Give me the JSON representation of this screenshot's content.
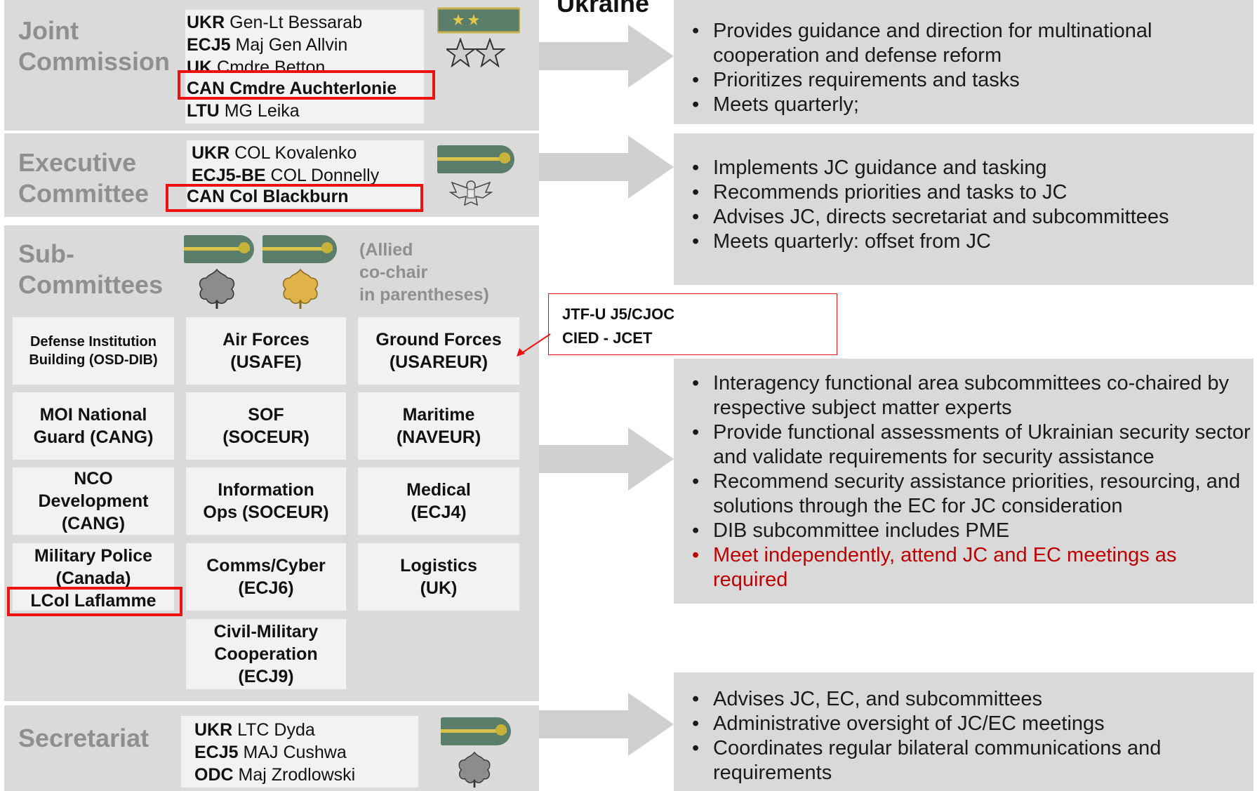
{
  "title_fragment": "Ukraine",
  "colors": {
    "panel": "#dadada",
    "cell": "#f2f2f2",
    "highlight": "#e11111",
    "red_text": "#c00000",
    "arrow": "#d0d0d0"
  },
  "joint": {
    "label1": "Joint",
    "label2": "Commission",
    "rows": [
      {
        "bold": "UKR",
        "rest": " Gen-Lt Bessarab"
      },
      {
        "bold": "ECJ5",
        "rest": " Maj Gen Allvin"
      },
      {
        "bold": "UK",
        "rest": " Cmdre Betton"
      },
      {
        "bold": "CAN Cmdre Auchterlonie",
        "rest": ""
      },
      {
        "bold": "LTU",
        "rest": " MG Leika"
      }
    ],
    "insignia": [
      "two-star-shoulder-board-icon",
      "two-stars-icon"
    ]
  },
  "executive": {
    "label1": "Executive",
    "label2": "Committee",
    "rows": [
      {
        "bold": "UKR",
        "rest": " COL Kovalenko"
      },
      {
        "bold": "ECJ5-BE",
        "rest": " COL Donnelly"
      },
      {
        "bold": "CAN Col Blackburn",
        "rest": ""
      }
    ],
    "insignia": [
      "colonel-shoulder-board-icon",
      "eagle-icon"
    ]
  },
  "sub": {
    "label1": "Sub-",
    "label2": "Committees",
    "note": [
      "(Allied",
      "co-chair",
      "in parentheses)"
    ],
    "cells": [
      [
        "Defense Institution",
        "Building (OSD-DIB)"
      ],
      [
        "Air Forces",
        "(USAFE)"
      ],
      [
        "Ground Forces",
        "(USAREUR)"
      ],
      [
        "MOI National",
        "Guard (CANG)"
      ],
      [
        "SOF",
        "(SOCEUR)"
      ],
      [
        "Maritime",
        "(NAVEUR)"
      ],
      [
        "NCO",
        "Development",
        "(CANG)"
      ],
      [
        "Information",
        "Ops (SOCEUR)"
      ],
      [
        "Medical",
        "(ECJ4)"
      ],
      [
        "Military Police",
        "(Canada)"
      ],
      [
        "Comms/Cyber",
        "(ECJ6)"
      ],
      [
        "Logistics",
        "(UK)"
      ],
      [
        "Civil-Military",
        "Cooperation",
        "(ECJ9)"
      ]
    ],
    "highlight_name": "LCol Laflamme",
    "insignia": [
      "lt-col-shoulder-board-icon",
      "major-shoulder-board-icon",
      "silver-oak-leaf-icon",
      "gold-oak-leaf-icon"
    ]
  },
  "secretariat": {
    "label": "Secretariat",
    "rows": [
      {
        "bold": "UKR",
        "rest": " LTC Dyda"
      },
      {
        "bold": "ECJ5",
        "rest": " MAJ Cushwa"
      },
      {
        "bold": "ODC",
        "rest": " Maj Zrodlowski"
      }
    ],
    "insignia": [
      "lt-col-shoulder-board-icon",
      "silver-oak-leaf-icon"
    ]
  },
  "callout": {
    "line1": "JTF-U J5/CJOC",
    "line2": "CIED - JCET"
  },
  "descriptions": {
    "joint": [
      "Provides guidance and direction for multinational cooperation and defense reform",
      "Prioritizes requirements and tasks",
      "Meets quarterly;"
    ],
    "executive": [
      "Implements JC guidance and tasking",
      "Recommends priorities and tasks to JC",
      "Advises JC, directs secretariat and subcommittees",
      "Meets quarterly: offset from JC"
    ],
    "sub": [
      "Interagency functional area subcommittees co-chaired by respective subject matter experts",
      "Provide functional assessments of Ukrainian security sector and validate requirements for security assistance",
      "Recommend security assistance priorities, resourcing, and solutions through the EC for JC consideration",
      "DIB subcommittee includes PME"
    ],
    "sub_red": "Meet independently, attend JC and EC meetings as required",
    "secretariat": [
      "Advises JC, EC, and subcommittees",
      "Administrative oversight of JC/EC meetings",
      "Coordinates regular bilateral communications and requirements"
    ]
  }
}
